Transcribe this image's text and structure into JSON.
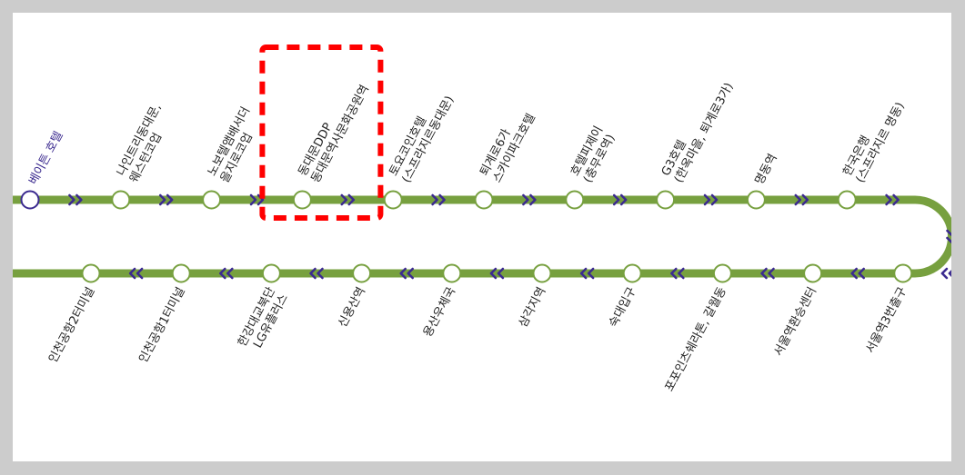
{
  "colors": {
    "line": "#77a03f",
    "arrow": "#3b2a8f",
    "current_stop": "#3b2a8f",
    "highlight": "#ff0000",
    "background": "#ffffff",
    "frame": "#cccccc"
  },
  "top_row": {
    "direction": "right",
    "stops": [
      {
        "lines": [
          "베이튼 호텔"
        ],
        "current": true
      },
      {
        "lines": [
          "나인트리동대문,",
          "웨스턴코업"
        ],
        "current": false
      },
      {
        "lines": [
          "노보텔앰배서더",
          "을지로코업"
        ],
        "current": false
      },
      {
        "lines": [
          "동대문DDP",
          "동대문역사문화공원역"
        ],
        "current": false,
        "highlighted": true
      },
      {
        "lines": [
          "토요코인호텔",
          "(스프라지르동대문)"
        ],
        "current": false
      },
      {
        "lines": [
          "퇴계로6가",
          "스카이파크호텔"
        ],
        "current": false
      },
      {
        "lines": [
          "호텔피제이",
          "(충무로역)"
        ],
        "current": false
      },
      {
        "lines": [
          "G3호텔",
          "(한옥마을, 퇴계로3가)"
        ],
        "current": false
      },
      {
        "lines": [
          "명동역"
        ],
        "current": false
      },
      {
        "lines": [
          "한국은행",
          "(스프라지르 명동)"
        ],
        "current": false
      }
    ]
  },
  "bottom_row": {
    "direction": "left",
    "stops": [
      {
        "lines": [
          "인천공항2터미널"
        ]
      },
      {
        "lines": [
          "인천공항1터미널"
        ]
      },
      {
        "lines": [
          "한강대교북단",
          "LG유플러스"
        ]
      },
      {
        "lines": [
          "신용산역"
        ]
      },
      {
        "lines": [
          "용산우체국"
        ]
      },
      {
        "lines": [
          "삼각지역"
        ]
      },
      {
        "lines": [
          "숙대입구"
        ]
      },
      {
        "lines": [
          "포포인츠쉐라톤, 갈월동"
        ]
      },
      {
        "lines": [
          "서울역환승센터"
        ]
      },
      {
        "lines": [
          "서울역3번출구"
        ]
      }
    ]
  }
}
